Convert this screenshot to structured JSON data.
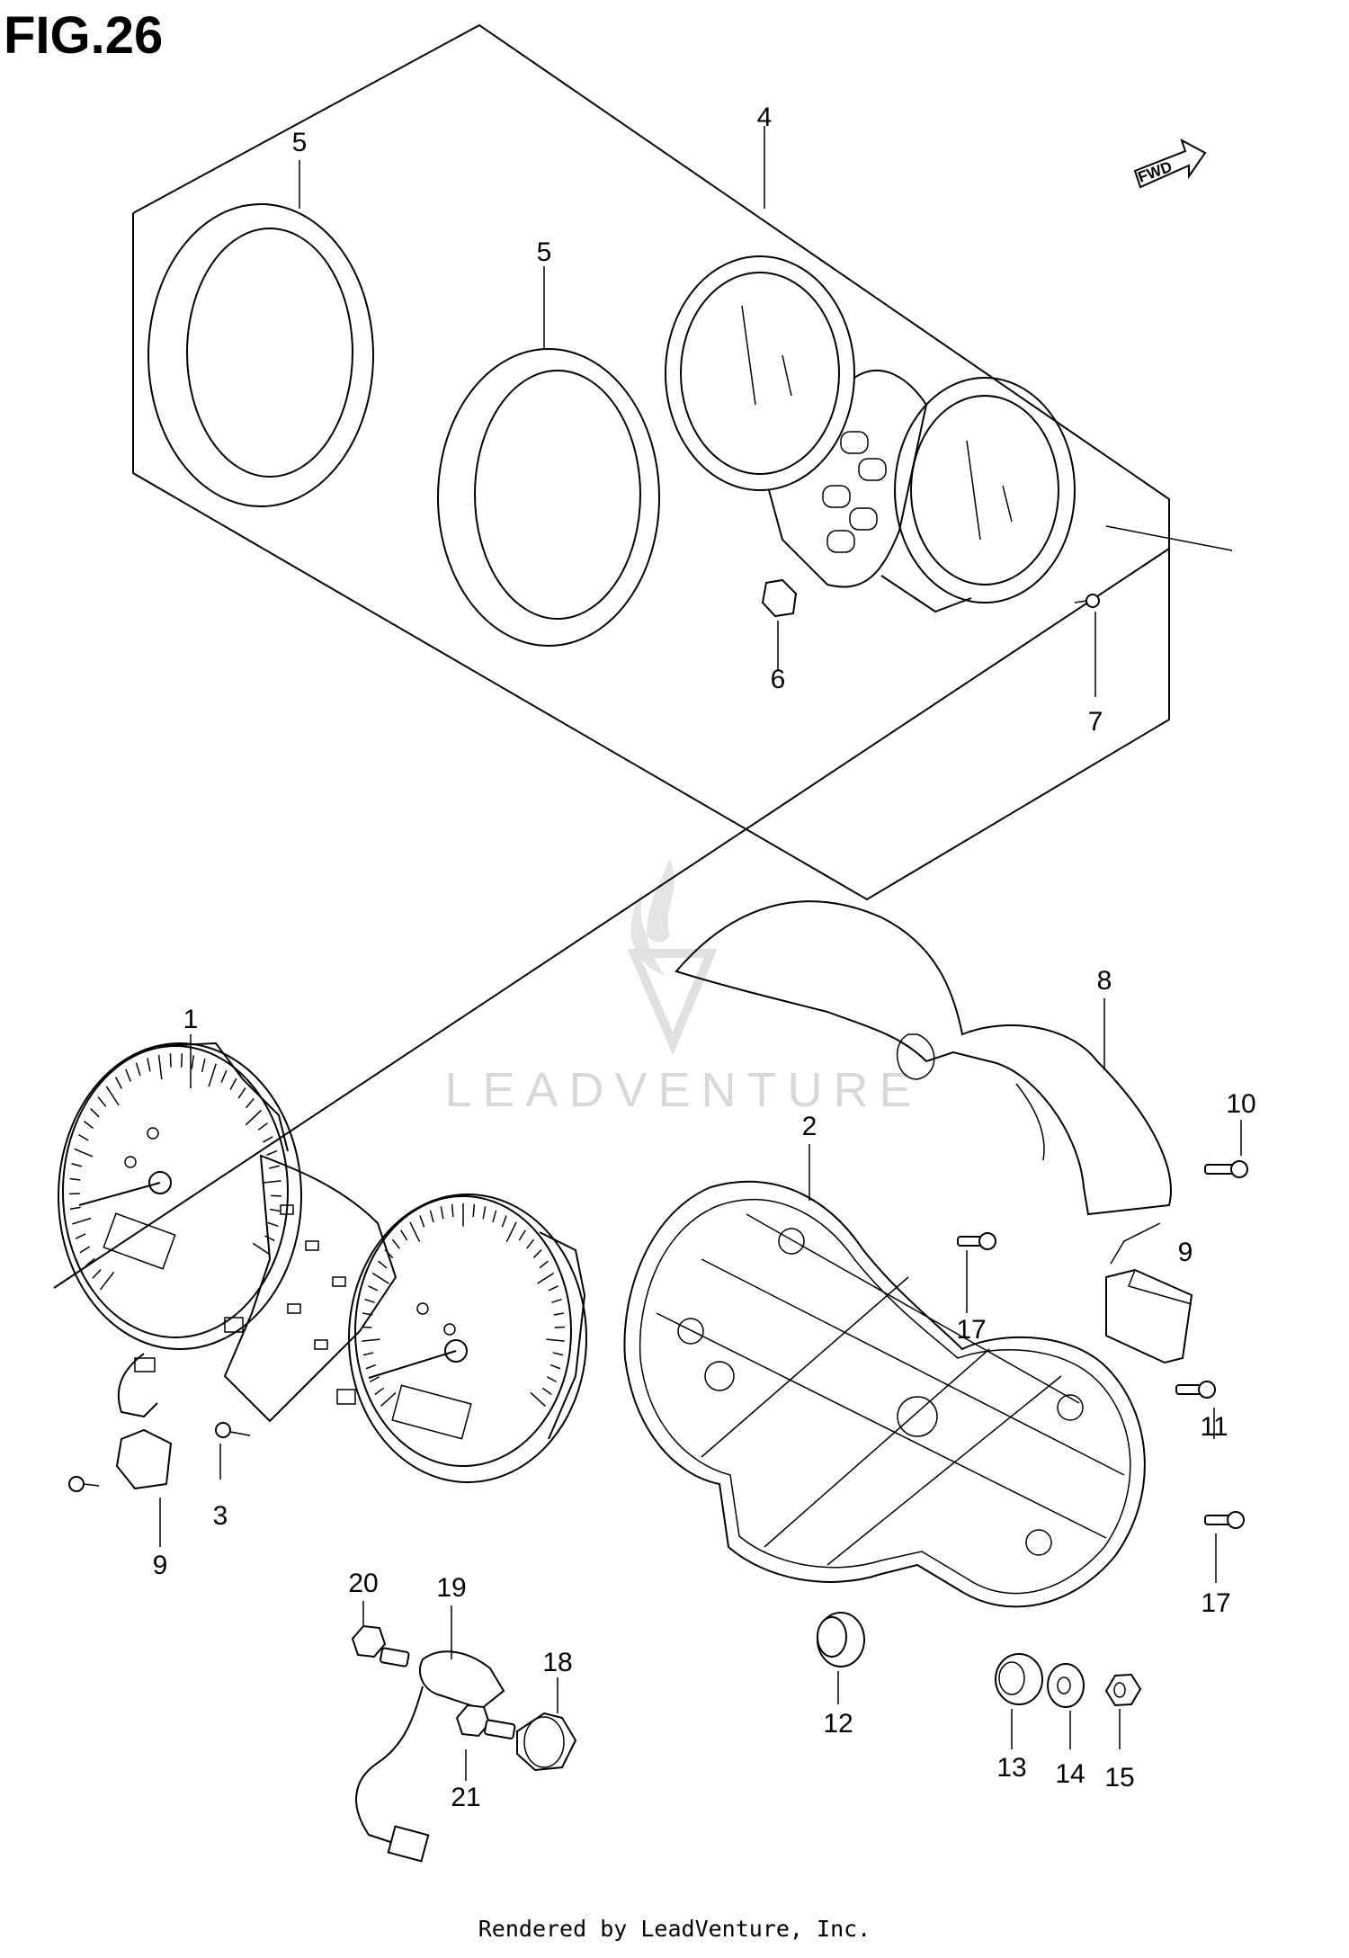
{
  "figure": {
    "title": "FIG.26",
    "footer": "Rendered by LeadVenture, Inc.",
    "watermark": "LEADVENTURE",
    "fwd_label": "FWD"
  },
  "callouts": [
    {
      "id": "c1",
      "label": "1"
    },
    {
      "id": "c2",
      "label": "2"
    },
    {
      "id": "c3",
      "label": "3"
    },
    {
      "id": "c4",
      "label": "4"
    },
    {
      "id": "c5a",
      "label": "5"
    },
    {
      "id": "c5b",
      "label": "5"
    },
    {
      "id": "c6",
      "label": "6"
    },
    {
      "id": "c7",
      "label": "7"
    },
    {
      "id": "c8",
      "label": "8"
    },
    {
      "id": "c9",
      "label": "9"
    },
    {
      "id": "c10",
      "label": "10"
    },
    {
      "id": "c11",
      "label": "11"
    },
    {
      "id": "c12",
      "label": "12"
    },
    {
      "id": "c13",
      "label": "13"
    },
    {
      "id": "c14",
      "label": "14"
    },
    {
      "id": "c15",
      "label": "15"
    },
    {
      "id": "c16",
      "label": "16"
    },
    {
      "id": "c17a",
      "label": "17"
    },
    {
      "id": "c17b",
      "label": "17"
    },
    {
      "id": "c18",
      "label": "18"
    },
    {
      "id": "c19",
      "label": "19"
    },
    {
      "id": "c20",
      "label": "20"
    },
    {
      "id": "c21",
      "label": "21"
    }
  ]
}
